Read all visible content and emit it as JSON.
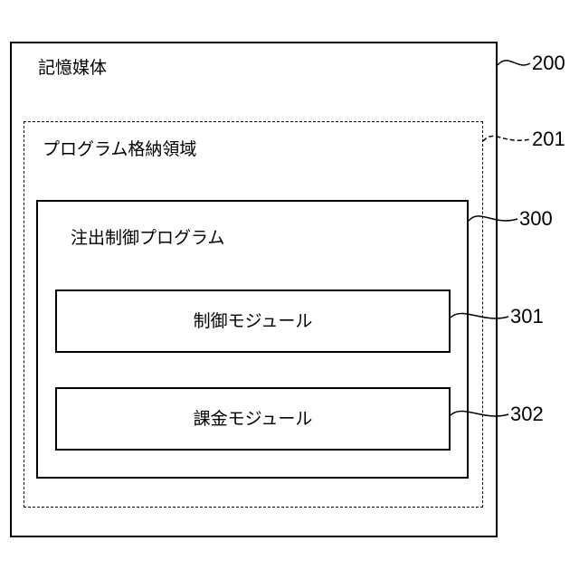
{
  "diagram": {
    "storage_medium": {
      "label": "記憶媒体",
      "ref": "200"
    },
    "program_area": {
      "label": "プログラム格納領域",
      "ref": "201"
    },
    "dispense_program": {
      "label": "注出制御プログラム",
      "ref": "300"
    },
    "control_module": {
      "label": "制御モジュール",
      "ref": "301"
    },
    "billing_module": {
      "label": "課金モジュール",
      "ref": "302"
    }
  }
}
